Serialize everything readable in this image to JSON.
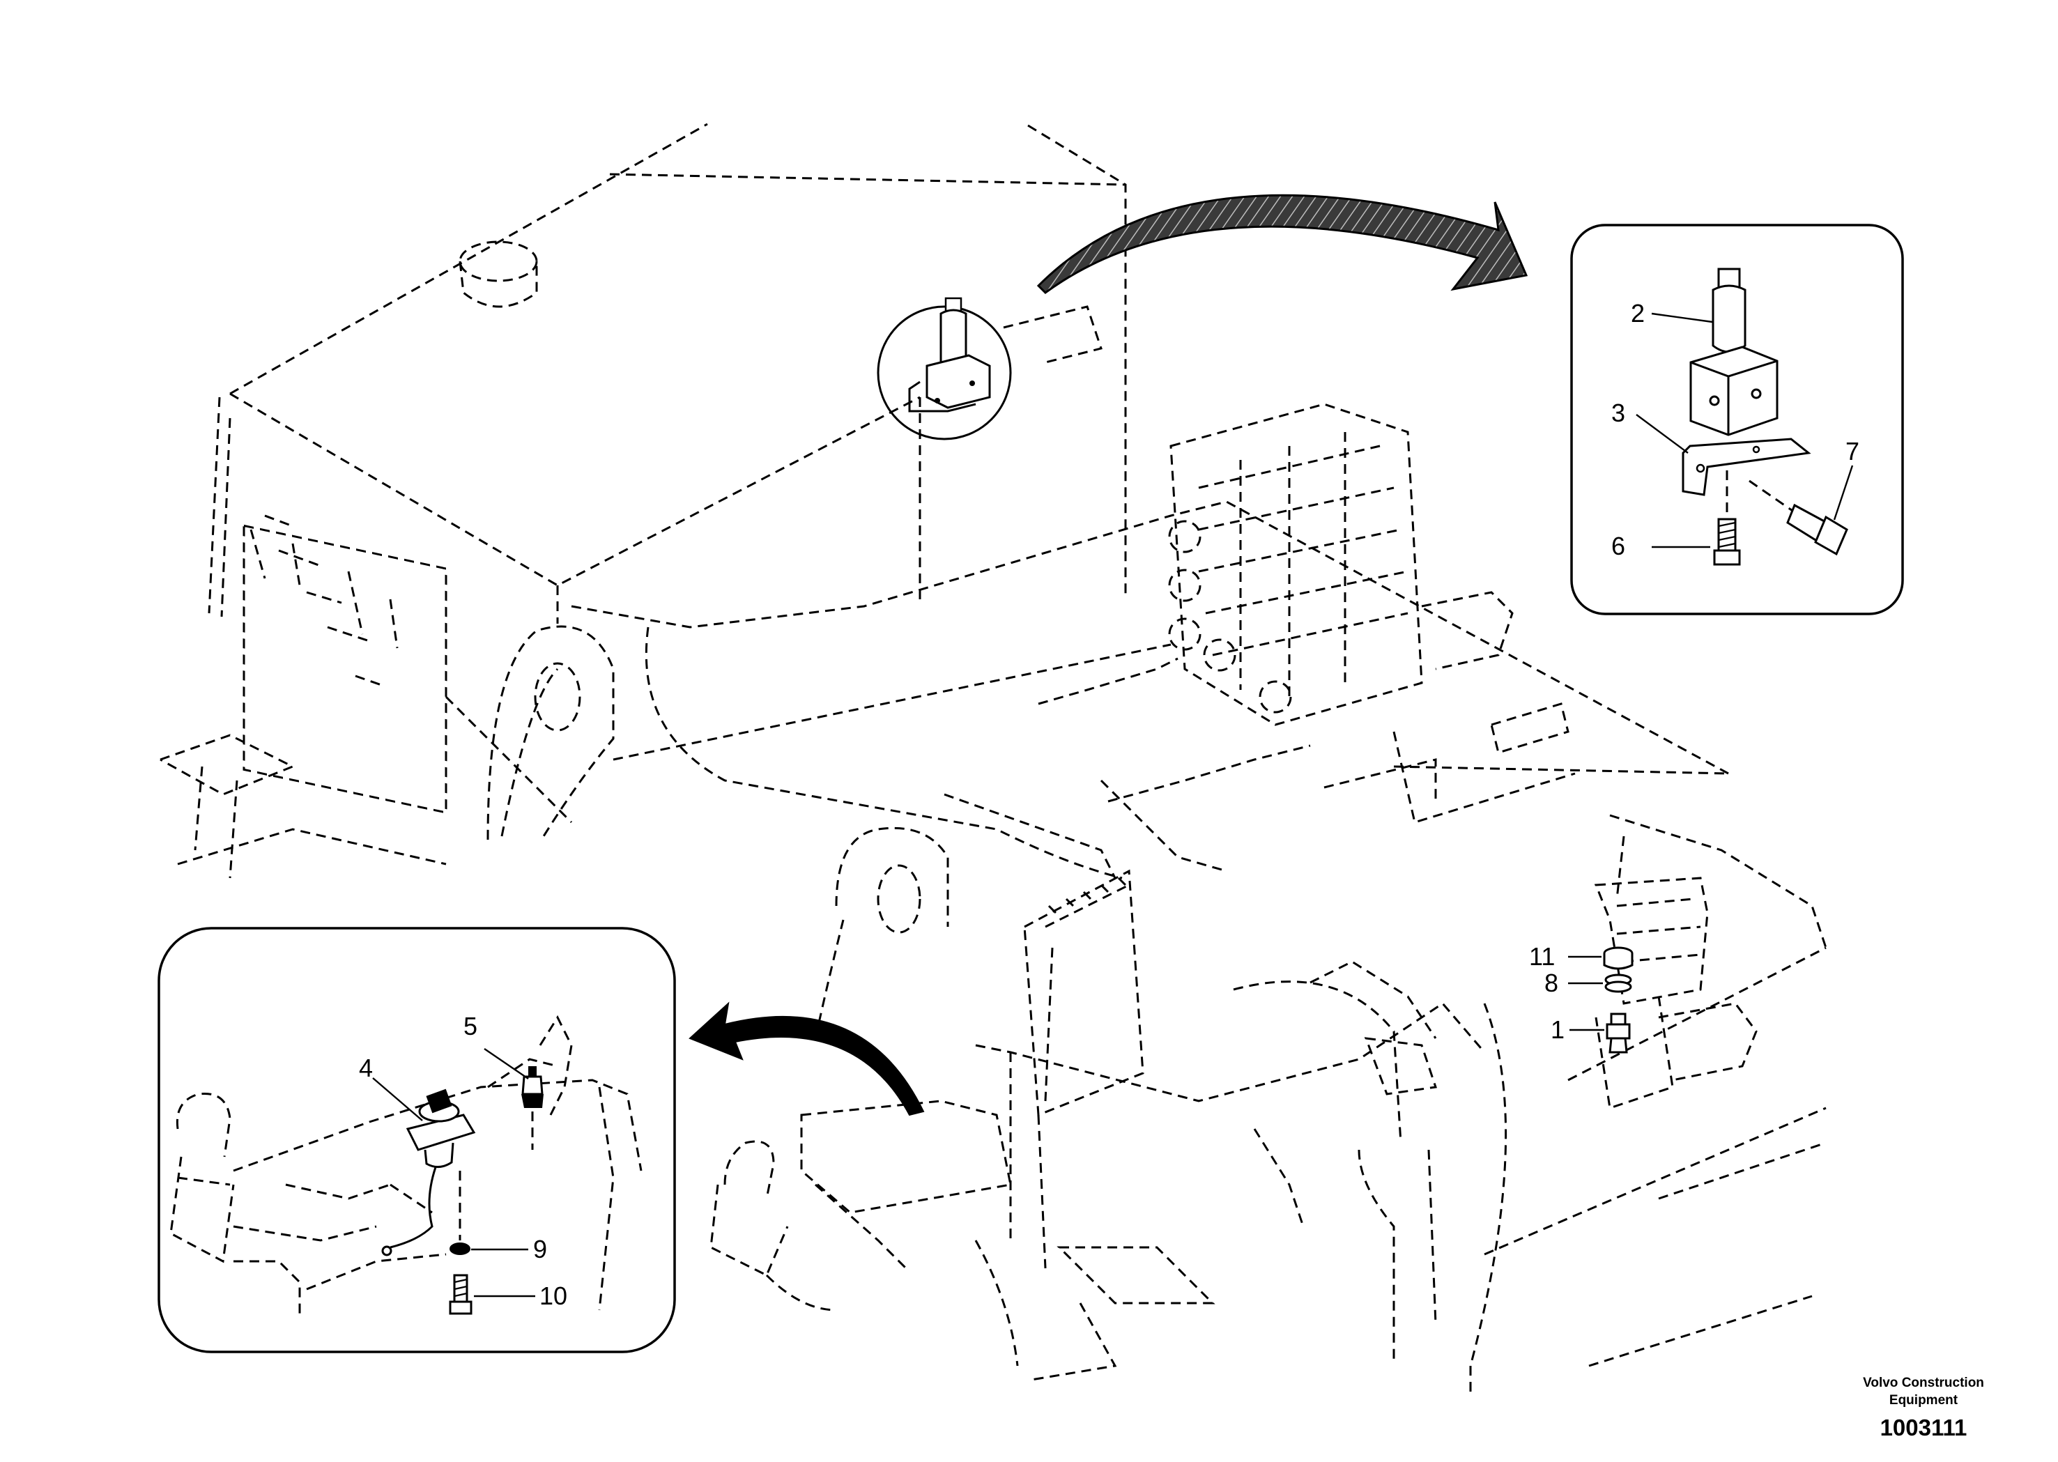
{
  "diagram": {
    "callouts": {
      "c1": "1",
      "c2": "2",
      "c3": "3",
      "c4": "4",
      "c5": "5",
      "c6": "6",
      "c7": "7",
      "c8": "8",
      "c9": "9",
      "c10": "10",
      "c11": "11"
    },
    "caption": {
      "company_line1": "Volvo Construction",
      "company_line2": "Equipment",
      "figure_number": "1003111"
    }
  }
}
